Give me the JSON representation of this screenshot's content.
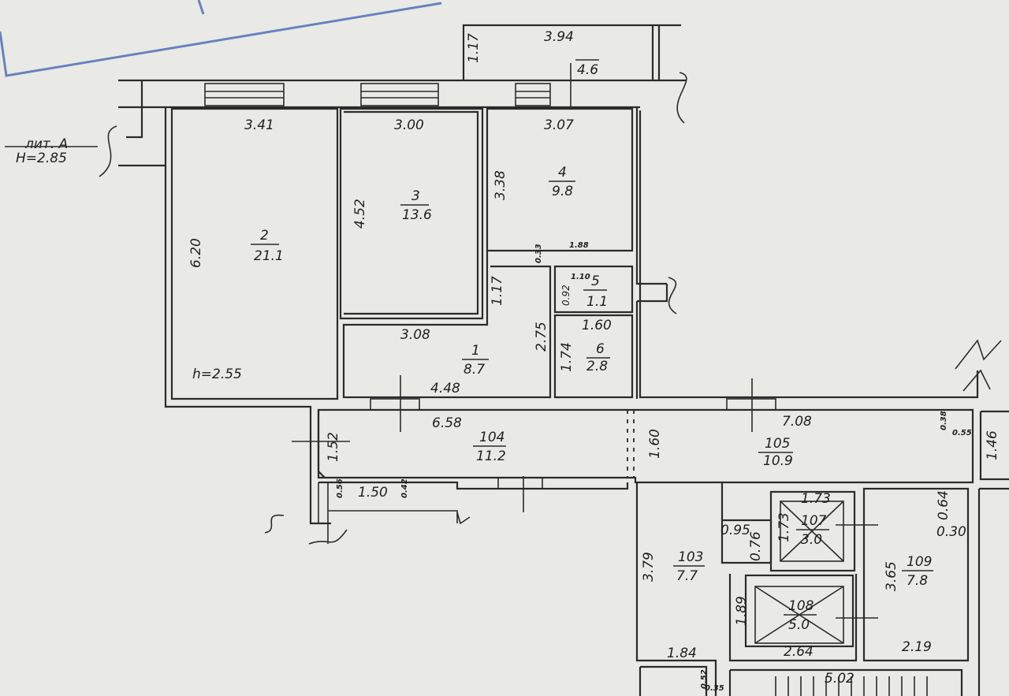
{
  "building": {
    "lit": "лит. А",
    "height": "H=2.85",
    "ceiling": "h=2.55"
  },
  "rooms": [
    {
      "num": "2",
      "area": "21.1"
    },
    {
      "num": "3",
      "area": "13.6"
    },
    {
      "num": "4",
      "area": "9.8"
    },
    {
      "num": "5",
      "area": "1.1"
    },
    {
      "num": "6",
      "area": "2.8"
    },
    {
      "num": "1",
      "area": "8.7"
    },
    {
      "num": "104",
      "area": "11.2"
    },
    {
      "num": "105",
      "area": "10.9"
    },
    {
      "num": "103",
      "area": "7.7"
    },
    {
      "num": "107",
      "area": "3.0"
    },
    {
      "num": "108",
      "area": "5.0"
    },
    {
      "num": "109",
      "area": "7.8"
    }
  ],
  "balcony": {
    "width": "3.94",
    "depth": "1.17",
    "area": "4.6"
  },
  "dims": [
    "3.41",
    "3.00",
    "3.07",
    "6.20",
    "4.52",
    "3.38",
    "1.88",
    "0.33",
    "1.10",
    "0.92",
    "1.17",
    "1.60",
    "3.08",
    "2.75",
    "1.74",
    "4.48",
    "6.58",
    "1.52",
    "0.56",
    "1.50",
    "0.42",
    "1.60",
    "7.08",
    "0.38",
    "0.55",
    "1.46",
    "1.73",
    "1.73",
    "0.64",
    "0.30",
    "0.95",
    "0.76",
    "3.79",
    "3.65",
    "1.89",
    "2.64",
    "2.19",
    "1.84",
    "0.52",
    "0.35",
    "5.02"
  ]
}
